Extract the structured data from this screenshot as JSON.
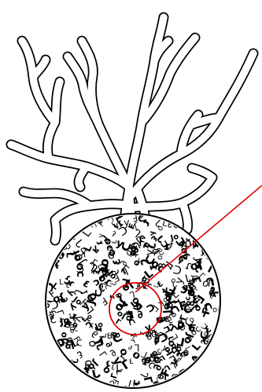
{
  "diagram": {
    "description_free": true,
    "colors": {
      "background": "#ffffff",
      "outline": "#000000",
      "scribble": "#000000",
      "highlight": "#e00000"
    },
    "glyphs": [
      "Jo",
      "ɔo",
      "L",
      "∂",
      "o",
      "Ⅎ",
      "ʎ",
      "ᒧ",
      "ᑐ",
      "ɾ",
      "٤",
      "ᒐ"
    ]
  }
}
